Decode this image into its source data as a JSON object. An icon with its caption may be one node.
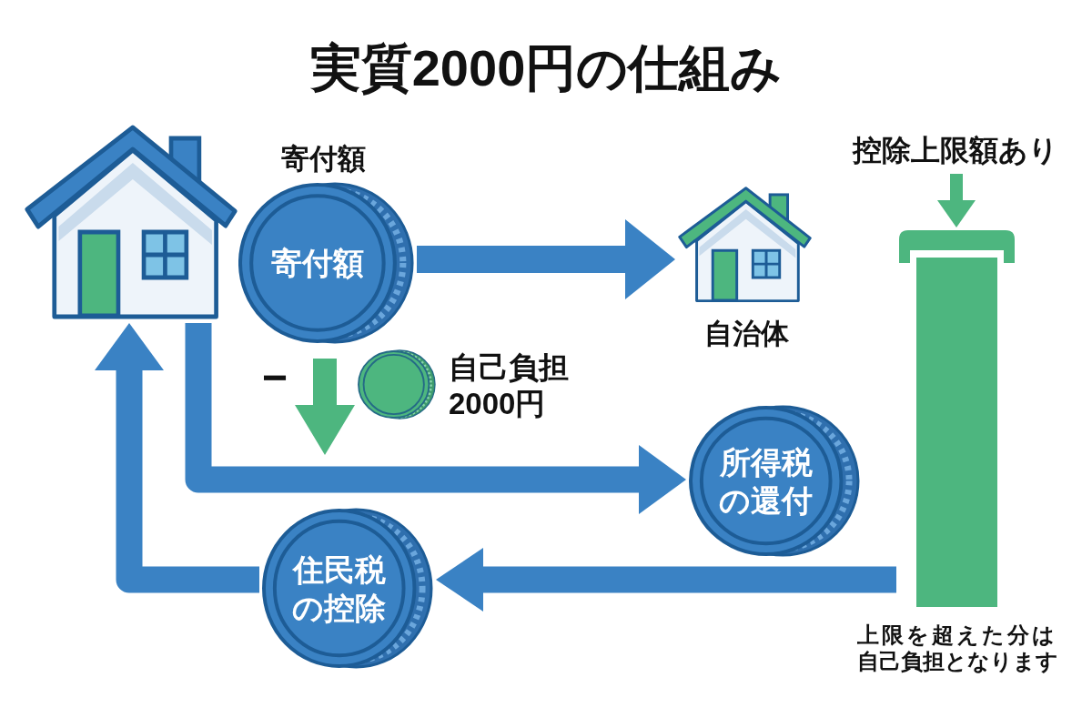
{
  "diagram": {
    "title": "実質2000円の仕組み",
    "nodes": [
      {
        "text": [],
        "shape": "picture"
      },
      {
        "text": [
          "寄付額"
        ],
        "beside": [
          "寄付額"
        ]
      },
      {
        "text": [],
        "shape": "picture",
        "beside": [
          "自治体"
        ]
      },
      {
        "text": [
          "控除上限額あり"
        ]
      },
      {
        "text": [],
        "shape": "bar",
        "beside": [
          "上限を超えた分は自己負担となります"
        ]
      },
      {
        "text": [],
        "shape": "circle",
        "beside": [
          "自己負担2000円"
        ]
      },
      {
        "text": [
          "所得税の還付"
        ]
      },
      {
        "text": [
          "住民税の控除"
        ]
      }
    ],
    "edges": [
      {
        "from": 1,
        "to": 2,
        "arrow": "to"
      },
      {
        "from": 0,
        "to": 6,
        "arrow": "to"
      },
      {
        "from": 4,
        "to": 7,
        "arrow": "to"
      },
      {
        "from": 7,
        "to": 0,
        "arrow": "to"
      },
      {
        "from": 3,
        "to": 4,
        "arrow": "to",
        "color": "#4db67f"
      }
    ],
    "labels": [
      "−"
    ]
  }
}
